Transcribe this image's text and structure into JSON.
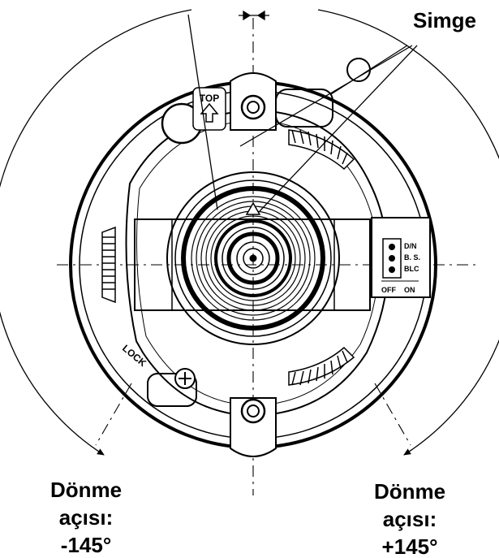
{
  "callouts": {
    "simge": "Simge",
    "left_line1": "Dönme",
    "left_line2": "açısı:",
    "left_angle": "-145°",
    "right_line1": "Dönme",
    "right_line2": "açısı:",
    "right_angle": "+145°"
  },
  "camera_labels": {
    "top": "TOP",
    "lock": "LOCK",
    "switch_dn": "D/N",
    "switch_bs": "B. S.",
    "switch_blc": "BLC",
    "switch_off": "OFF",
    "switch_on": "ON"
  }
}
